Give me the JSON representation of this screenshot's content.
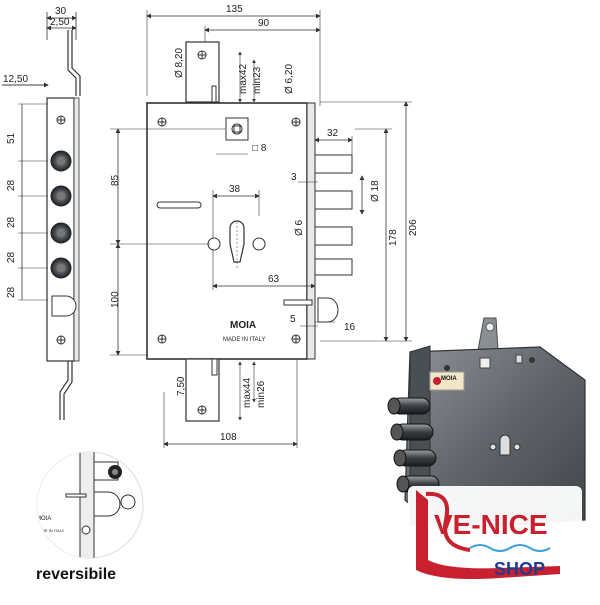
{
  "brand": {
    "lock_name": "MOIA",
    "made_in": "MADE IN ITALY",
    "photo_badge": "MOIA",
    "shop_line1": "VE-NICE",
    "shop_line2": "SHOP",
    "colors": {
      "shop_red": "#c8202f",
      "shop_blue": "#1f3c8c",
      "steel": "#6e7378"
    }
  },
  "caption": "reversibile",
  "dims": {
    "top_135": "135",
    "top_90": "90",
    "d820": "Ø 8,20",
    "max42": "max42",
    "min23": "min23",
    "d620": "Ø 6,20",
    "side_30": "30",
    "side_250": "2,50",
    "side_1250": "12,50",
    "v51": "51",
    "v28a": "28",
    "v28b": "28",
    "v28c": "28",
    "v28d": "28",
    "sq8": "□ 8",
    "v85": "85",
    "v100": "100",
    "h38": "38",
    "d6": "Ø 6",
    "h63": "63",
    "h32": "32",
    "h3": "3",
    "d18": "Ø 18",
    "v178": "178",
    "v206": "206",
    "h5": "5",
    "h16": "16",
    "v750": "7,50",
    "max44": "max44",
    "min26": "min26",
    "h108": "108"
  }
}
